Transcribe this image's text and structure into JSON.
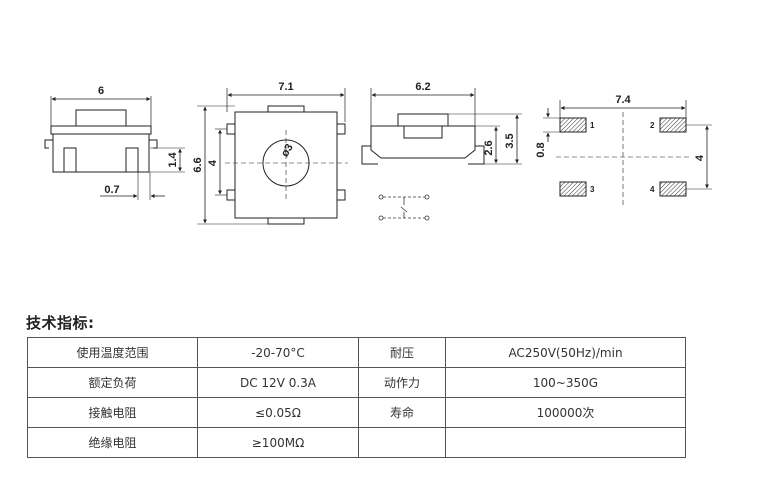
{
  "drawings": {
    "side_view": {
      "width": "6",
      "stem_height": "1.4",
      "lead_pitch": "0.7"
    },
    "top_view": {
      "width": "7.1",
      "height": "6.6",
      "inner": "4",
      "diameter": "ø3"
    },
    "profile_view": {
      "width": "6.2",
      "height_total": "3.5",
      "height_body": "2.6"
    },
    "footprint": {
      "width": "7.4",
      "pad_height": "0.8",
      "pitch": "4",
      "pads": [
        "1",
        "2",
        "3",
        "4"
      ]
    }
  },
  "section_title": "技术指标:",
  "specs": [
    [
      "使用温度范围",
      "-20-70°C",
      "耐压",
      "AC250V(50Hz)/min"
    ],
    [
      "额定负荷",
      "DC 12V 0.3A",
      "动作力",
      "100~350G"
    ],
    [
      "接触电阻",
      "≤0.05Ω",
      "寿命",
      "100000次"
    ],
    [
      "绝缘电阻",
      "≥100MΩ",
      "",
      ""
    ]
  ]
}
